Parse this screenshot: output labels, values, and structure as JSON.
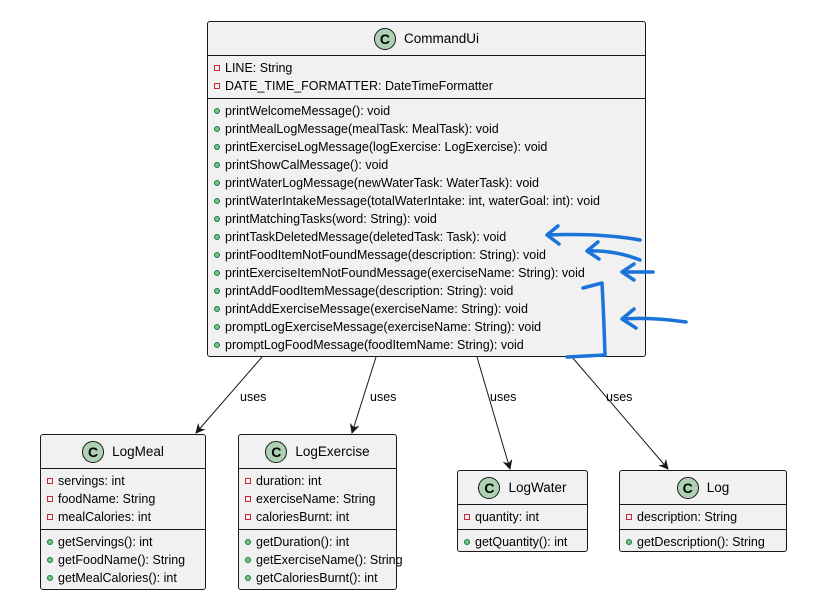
{
  "classes": {
    "commandui": {
      "badge": "C",
      "name": "CommandUi",
      "fields": [
        "LINE: String",
        "DATE_TIME_FORMATTER: DateTimeFormatter"
      ],
      "methods": [
        "printWelcomeMessage(): void",
        "printMealLogMessage(mealTask: MealTask): void",
        "printExerciseLogMessage(logExercise: LogExercise): void",
        "printShowCalMessage(): void",
        "printWaterLogMessage(newWaterTask: WaterTask): void",
        "printWaterIntakeMessage(totalWaterIntake: int, waterGoal: int): void",
        "printMatchingTasks(word: String): void",
        "printTaskDeletedMessage(deletedTask: Task): void",
        "printFoodItemNotFoundMessage(description: String): void",
        "printExerciseItemNotFoundMessage(exerciseName: String): void",
        "printAddFoodItemMessage(description: String): void",
        "printAddExerciseMessage(exerciseName: String): void",
        "promptLogExerciseMessage(exerciseName: String): void",
        "promptLogFoodMessage(foodItemName: String): void"
      ]
    },
    "logmeal": {
      "badge": "C",
      "name": "LogMeal",
      "fields": [
        "servings: int",
        "foodName: String",
        "mealCalories: int"
      ],
      "methods": [
        "getServings(): int",
        "getFoodName(): String",
        "getMealCalories(): int"
      ]
    },
    "logexercise": {
      "badge": "C",
      "name": "LogExercise",
      "fields": [
        "duration: int",
        "exerciseName: String",
        "caloriesBurnt: int"
      ],
      "methods": [
        "getDuration(): int",
        "getExerciseName(): String",
        "getCaloriesBurnt(): int"
      ]
    },
    "logwater": {
      "badge": "C",
      "name": "LogWater",
      "fields": [
        "quantity: int"
      ],
      "methods": [
        "getQuantity(): int"
      ]
    },
    "log": {
      "badge": "C",
      "name": "Log",
      "fields": [
        "description: String"
      ],
      "methods": [
        "getDescription(): String"
      ]
    }
  },
  "relations": [
    "uses",
    "uses",
    "uses",
    "uses"
  ],
  "colors": {
    "class_fill": "#f1f1f1",
    "badge": "#add1b2",
    "field_marker": "#c82930",
    "method_marker": "#84be84",
    "annotation": "#1a73d9"
  }
}
